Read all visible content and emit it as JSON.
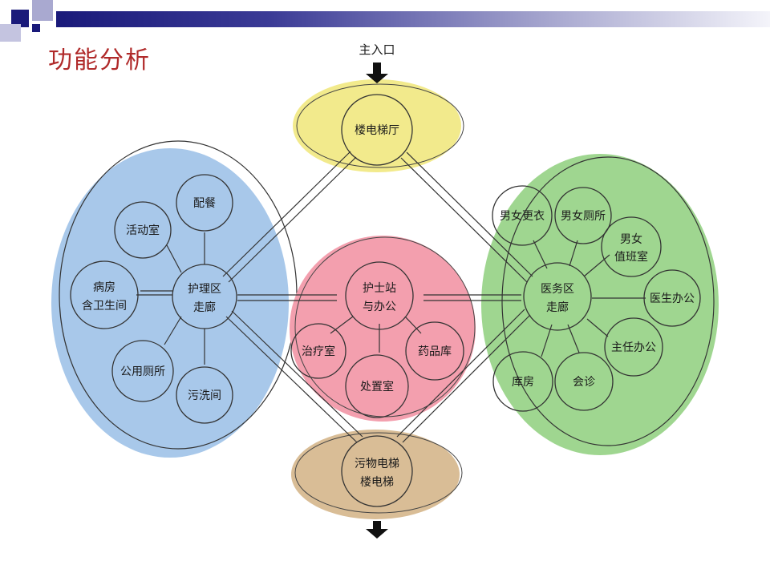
{
  "slide": {
    "title": "功能分析",
    "accent_colors": [
      "#1a1a7a",
      "#8c8cc4",
      "#b02a2a"
    ]
  },
  "diagram": {
    "entrance_label": "主入口",
    "zones": {
      "lobby": {
        "color": "#f2ea8c",
        "node": "楼电梯厅"
      },
      "ward": {
        "color": "#a8c8ea",
        "hub": [
          "护理区",
          "走廊"
        ],
        "rooms": {
          "peican": "配餐",
          "huodong": "活动室",
          "bingfang": [
            "病房",
            "含卫生间"
          ],
          "gongyong": "公用厕所",
          "wuxi": "污洗间"
        }
      },
      "nurse": {
        "color": "#f39fae",
        "hub": [
          "护士站",
          "与办公"
        ],
        "rooms": {
          "zhiliao": "治疗室",
          "yaopin": "药品库",
          "chuzhi": "处置室"
        }
      },
      "medical": {
        "color": "#9fd690",
        "hub": [
          "医务区",
          "走廊"
        ],
        "rooms": {
          "gengyi": "男女更衣",
          "cesuo": "男女厕所",
          "zhiban": [
            "男女",
            "值班室"
          ],
          "yisheng": "医生办公",
          "zhuren": "主任办公",
          "huizhen": "会诊",
          "kufang": "库房"
        }
      },
      "dirty": {
        "color": "#d9bd96",
        "node": [
          "污物电梯",
          "楼电梯"
        ]
      }
    }
  }
}
